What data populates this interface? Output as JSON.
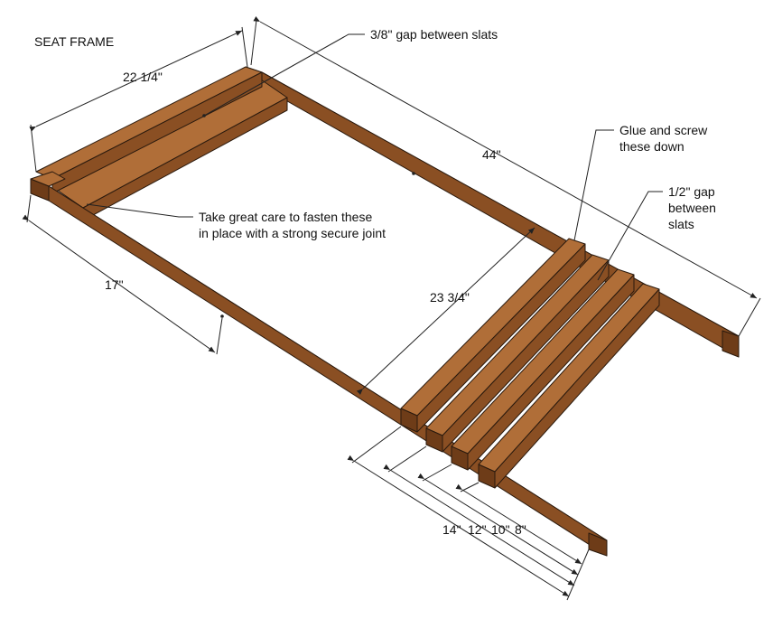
{
  "title": "SEAT FRAME",
  "colors": {
    "wood_top": "#b06e38",
    "wood_side": "#8a4f23",
    "wood_end": "#6e3c18",
    "line": "#222222"
  },
  "annotations": {
    "gap_38": "3/8\" gap between slats",
    "glue_line1": "Glue and screw",
    "glue_line2": "these down",
    "gap_12_line1": "1/2\" gap",
    "gap_12_line2": "between",
    "gap_12_line3": "slats",
    "care_line1": "Take great care to fasten these",
    "care_line2": "in place with a strong secure joint"
  },
  "dimensions": {
    "width": "22 1/4\"",
    "length": "44\"",
    "depth": "17\"",
    "diag": "23 3/4\"",
    "d14": "14\"",
    "d12": "12\"",
    "d10": "10\"",
    "d8": "8\""
  }
}
